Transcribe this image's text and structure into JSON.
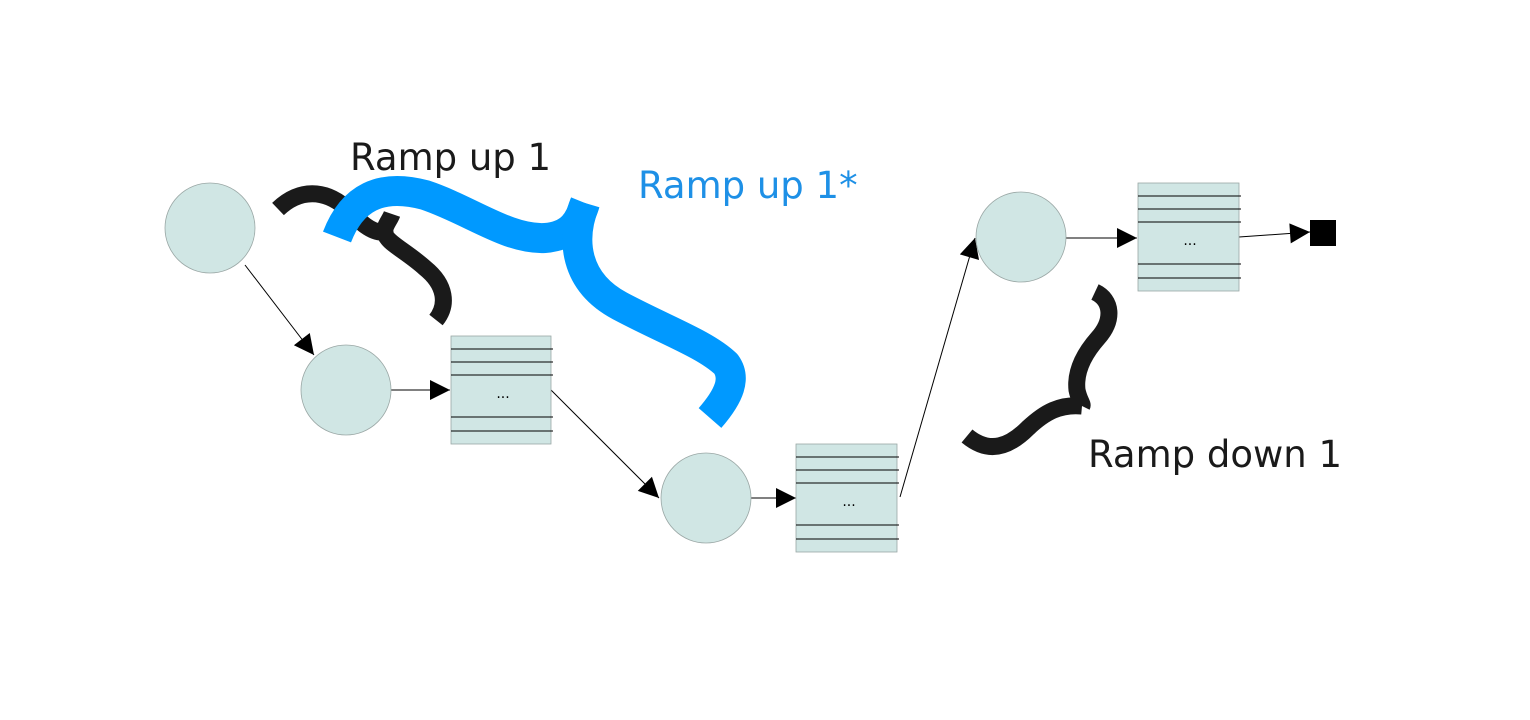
{
  "labels": {
    "ramp_up_1": "Ramp up 1",
    "ramp_up_1_star": "Ramp up 1*",
    "ramp_down_1": "Ramp down 1"
  },
  "buffers": {
    "b1": "...",
    "b2": "...",
    "b3": "..."
  },
  "colors": {
    "node_fill": "#d0e6e4",
    "line": "#000000",
    "black_brace": "#1a1a1a",
    "blue_brace": "#0099ff",
    "blue_text": "#1e90e6",
    "label_text": "#1a1a1a"
  }
}
